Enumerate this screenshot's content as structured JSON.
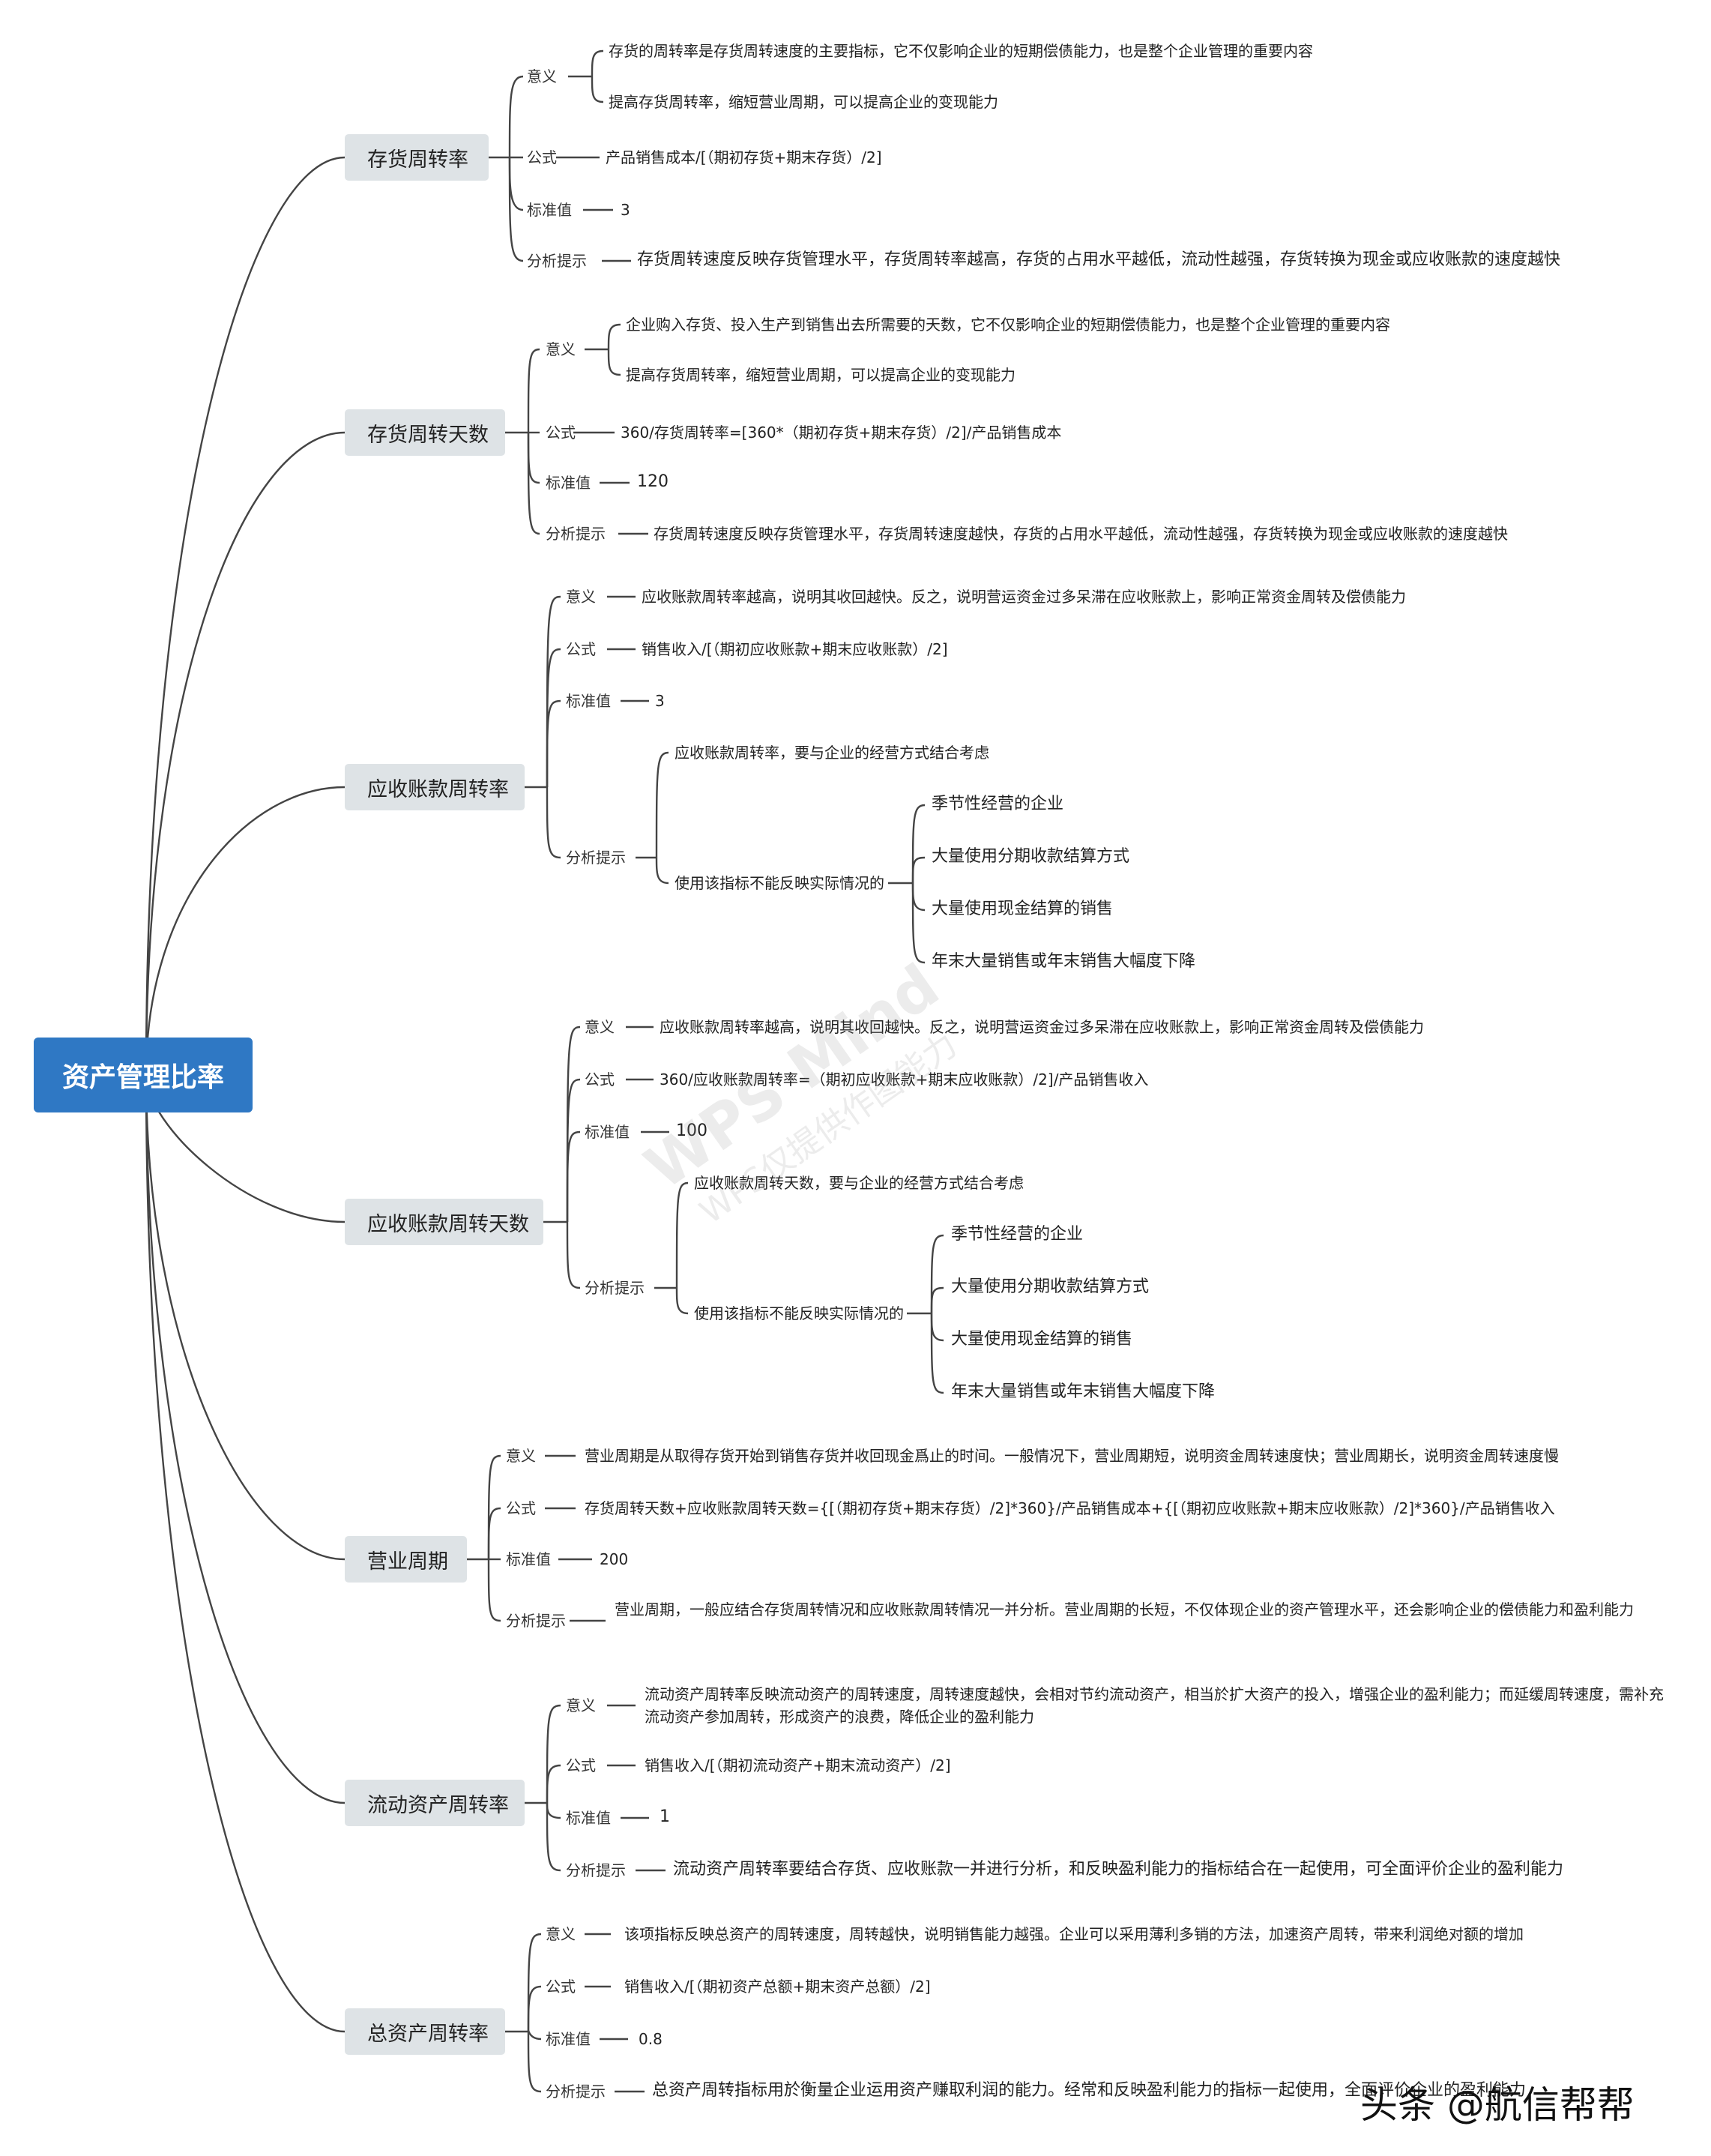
{
  "root": "资产管理比率",
  "labels": {
    "meaning": "意义",
    "formula": "公式",
    "standard": "标准值",
    "analysis": "分析提示"
  },
  "b1": {
    "title": "存货周转率",
    "meaning": [
      "存货的周转率是存货周转速度的主要指标，它不仅影响企业的短期偿债能力，也是整个企业管理的重要内容",
      "提高存货周转率，缩短营业周期，可以提高企业的变现能力"
    ],
    "formula": "产品销售成本/[（期初存货+期末存货）/2]",
    "standard": "3",
    "analysis": "存货周转速度反映存货管理水平，存货周转率越高，存货的占用水平越低，流动性越强，存货转换为现金或应收账款的速度越快"
  },
  "b2": {
    "title": "存货周转天数",
    "meaning": [
      "企业购入存货、投入生产到销售出去所需要的天数，它不仅影响企业的短期偿债能力，也是整个企业管理的重要内容",
      "提高存货周转率，缩短营业周期，可以提高企业的变现能力"
    ],
    "formula": "360/存货周转率=[360*（期初存货+期末存货）/2]/产品销售成本",
    "standard": "120",
    "analysis": "存货周转速度反映存货管理水平，存货周转速度越快，存货的占用水平越低，流动性越强，存货转换为现金或应收账款的速度越快"
  },
  "b3": {
    "title": "应收账款周转率",
    "meaning": "应收账款周转率越高，说明其收回越快。反之，说明营运资金过多呆滞在应收账款上，影响正常资金周转及偿债能力",
    "formula": "销售收入/[（期初应收账款+期末应收账款）/2]",
    "standard": "3",
    "analysis_a": "应收账款周转率，要与企业的经营方式结合考虑",
    "analysis_b": "使用该指标不能反映实际情况的",
    "cases": [
      "季节性经营的企业",
      "大量使用分期收款结算方式",
      "大量使用现金结算的销售",
      "年末大量销售或年末销售大幅度下降"
    ]
  },
  "b4": {
    "title": "应收账款周转天数",
    "meaning": "应收账款周转率越高，说明其收回越快。反之，说明营运资金过多呆滞在应收账款上，影响正常资金周转及偿债能力",
    "formula": "360/应收账款周转率=（期初应收账款+期末应收账款）/2]/产品销售收入",
    "standard": "100",
    "analysis_a": "应收账款周转天数，要与企业的经营方式结合考虑",
    "analysis_b": "使用该指标不能反映实际情况的",
    "cases": [
      "季节性经营的企业",
      "大量使用分期收款结算方式",
      "大量使用现金结算的销售",
      "年末大量销售或年末销售大幅度下降"
    ]
  },
  "b5": {
    "title": "营业周期",
    "meaning": "营业周期是从取得存货开始到销售存货并收回现金爲止的时间。一般情况下，营业周期短，说明资金周转速度快；营业周期长，说明资金周转速度慢",
    "formula": "存货周转天数+应收账款周转天数={[（期初存货+期末存货）/2]*360}/产品销售成本+{[（期初应收账款+期末应收账款）/2]*360}/产品销售收入",
    "standard": "200",
    "analysis": "营业周期，一般应结合存货周转情况和应收账款周转情况一并分析。营业周期的长短，不仅体现企业的资产管理水平，还会影响企业的偿债能力和盈利能力"
  },
  "b6": {
    "title": "流动资产周转率",
    "meaning": "流动资产周转率反映流动资产的周转速度，周转速度越快，会相对节约流动资产，相当於扩大资产的投入，增强企业的盈利能力；而延缓周转速度，需补充流动资产参加周转，形成资产的浪费，降低企业的盈利能力",
    "formula": "销售收入/[（期初流动资产+期末流动资产）/2]",
    "standard": "1",
    "analysis": "流动资产周转率要结合存货、应收账款一并进行分析，和反映盈利能力的指标结合在一起使用，可全面评价企业的盈利能力"
  },
  "b7": {
    "title": "总资产周转率",
    "meaning": "该项指标反映总资产的周转速度，周转越快，说明销售能力越强。企业可以采用薄利多销的方法，加速资产周转，带来利润绝对额的增加",
    "formula": "销售收入/[（期初资产总额+期末资产总额）/2]",
    "standard": "0.8",
    "analysis": "总资产周转指标用於衡量企业运用资产赚取利润的能力。经常和反映盈利能力的指标一起使用，全面评价企业的盈利能力"
  },
  "watermark": {
    "line1": "WPS Mind",
    "line2": "WPS仅提供作图能力"
  },
  "credit": "头条 @航信帮帮"
}
